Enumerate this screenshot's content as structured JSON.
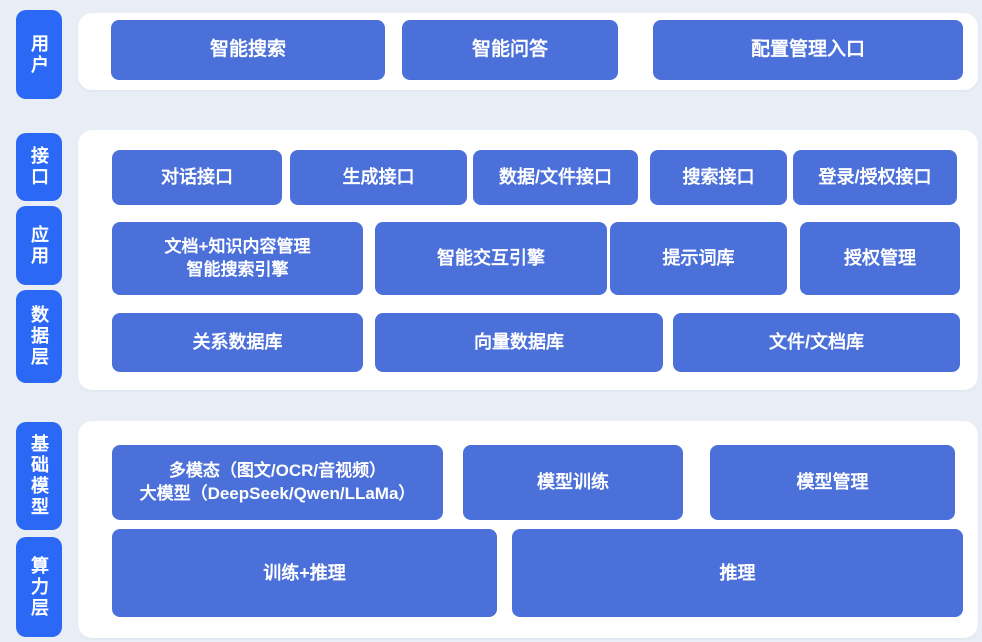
{
  "colors": {
    "background": "#e9eef6",
    "panel": "#ffffff",
    "label_blue": "#2b68f6",
    "block_blue": "#4b70d9",
    "text_white": "#ffffff"
  },
  "sections": [
    {
      "name": "user-layer",
      "labels": [
        {
          "text": "用户"
        }
      ],
      "rows": [
        {
          "buttons": [
            {
              "label": "智能搜索"
            },
            {
              "label": "智能问答"
            },
            {
              "label": "配置管理入口"
            }
          ]
        }
      ]
    },
    {
      "name": "interface-application-data-layers",
      "labels": [
        {
          "text": "接口"
        },
        {
          "text": "应用"
        },
        {
          "text": "数据层"
        }
      ],
      "rows": [
        {
          "buttons": [
            {
              "label": "对话接口"
            },
            {
              "label": "生成接口"
            },
            {
              "label": "数据/文件接口"
            },
            {
              "label": "搜索接口"
            },
            {
              "label": "登录/授权接口"
            }
          ]
        },
        {
          "buttons": [
            {
              "label": "文档+知识内容管理\n智能搜索引擎"
            },
            {
              "label": "智能交互引擎"
            },
            {
              "label": "提示词库"
            },
            {
              "label": "授权管理"
            }
          ]
        },
        {
          "buttons": [
            {
              "label": "关系数据库"
            },
            {
              "label": "向量数据库"
            },
            {
              "label": "文件/文档库"
            }
          ]
        }
      ]
    },
    {
      "name": "foundation-model-compute-layers",
      "labels": [
        {
          "text": "基础模型"
        },
        {
          "text": "算力层"
        }
      ],
      "rows": [
        {
          "buttons": [
            {
              "label": "多模态（图文/OCR/音视频）\n大模型（DeepSeek/Qwen/LLaMa）"
            },
            {
              "label": "模型训练"
            },
            {
              "label": "模型管理"
            }
          ]
        },
        {
          "buttons": [
            {
              "label": "训练+推理"
            },
            {
              "label": "推理"
            }
          ]
        }
      ]
    }
  ]
}
